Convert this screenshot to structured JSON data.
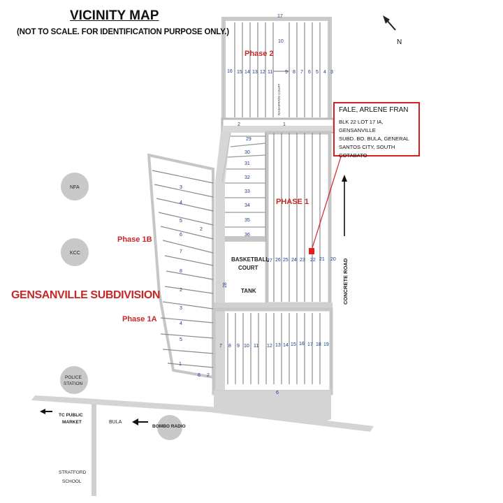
{
  "title": "VICINITY MAP",
  "subtitle": "(NOT TO SCALE. FOR IDENTIFICATION PURPOSE ONLY.)",
  "north_label": "N",
  "subdivision_name": "GENSANVILLE SUBDIVISION",
  "phases": {
    "phase2": "Phase 2",
    "phase1": "PHASE 1",
    "phase1b": "Phase 1B",
    "phase1a": "Phase 1A"
  },
  "owner": {
    "name": "FALE, ARLENE FRAN",
    "address_lines": [
      "BLK 22 LOT 17 IA, GENSANVILLE",
      "SUBD. BO. BULA, GENERAL",
      "SANTOS CITY, SOUTH COTABATO"
    ]
  },
  "landmarks": {
    "nfa": "NFA",
    "kcc": "KCC",
    "police_line1": "POLICE",
    "police_line2": "STATION",
    "bombo": "BOMBO RADIO",
    "tc_line1": "TC PUBLIC",
    "tc_line2": "MARKET",
    "bula": "BULA",
    "stratford_line1": "STRATFORD",
    "stratford_line2": "SCHOOL",
    "basketball_line1": "BASKETBALL",
    "basketball_line2": "COURT",
    "tank": "TANK",
    "concrete_road": "CONCRETE ROAD",
    "phase2_court": "RASHIFRATE COURT"
  },
  "block_numbers": {
    "phase2_top": "17",
    "phase2_mid": "10",
    "phase2_row": [
      "16",
      "15",
      "14",
      "13",
      "12",
      "11",
      "9",
      "8",
      "7",
      "6",
      "5",
      "4",
      "3"
    ],
    "phase2_bottom_left": "2",
    "phase2_bottom_mid": "1",
    "phase1_small": [
      "29",
      "30",
      "31",
      "32",
      "33",
      "34",
      "35",
      "36"
    ],
    "phase1_row": [
      "27",
      "26",
      "25",
      "24",
      "23",
      "22",
      "21",
      "20"
    ],
    "lower_row": [
      "7",
      "8",
      "9",
      "10",
      "11",
      "12",
      "13",
      "14",
      "15",
      "16",
      "17",
      "18",
      "19"
    ],
    "lower_bottom": "6",
    "left_col": "28",
    "phase1b_blocks": [
      "3",
      "4",
      "5",
      "6",
      "7",
      "8"
    ],
    "phase1a_blocks": [
      "2",
      "3",
      "4",
      "5",
      "1"
    ],
    "corner_6": "6",
    "corner_2": "2"
  }
}
